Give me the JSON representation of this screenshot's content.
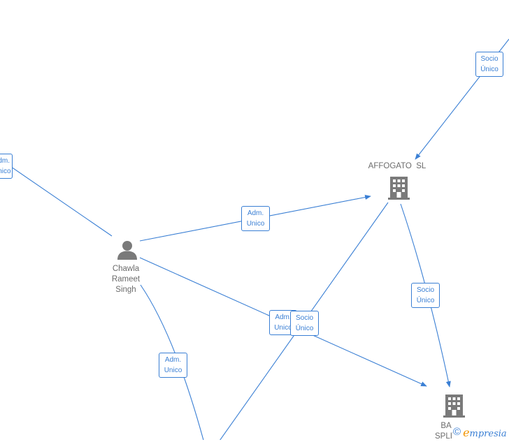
{
  "nodes": {
    "affogato": {
      "name": "AFFOGATO  SL",
      "kind": "company"
    },
    "chawla": {
      "name_lines": [
        "Chawla",
        "Rameet",
        "Singh"
      ],
      "kind": "person"
    },
    "ba_split": {
      "name_lines": [
        "BA",
        "SPLIT"
      ],
      "kind": "company"
    }
  },
  "edge_labels": {
    "top_socio": [
      "Socio",
      "Único"
    ],
    "left_adm": [
      "Adm.",
      "Unico"
    ],
    "chawla_affogato_adm": [
      "Adm.",
      "Unico"
    ],
    "affogato_ba_socio": [
      "Socio",
      "Único"
    ],
    "chawla_ba_adm": [
      "Adm.",
      "Unico"
    ],
    "affogato_bottom_socio": [
      "Socio",
      "Único"
    ],
    "chawla_bottom_adm": [
      "Adm.",
      "Unico"
    ]
  },
  "footer": {
    "copyright_symbol": "©",
    "brand_initial": "e",
    "brand_rest": "mpresia"
  },
  "colors": {
    "edge": "#3a7fd4",
    "node_icon": "#7a7a7a",
    "node_text": "#6b6b6b",
    "brand_accent": "#f29400"
  },
  "icons": {
    "company": "building-icon",
    "person": "person-icon"
  }
}
